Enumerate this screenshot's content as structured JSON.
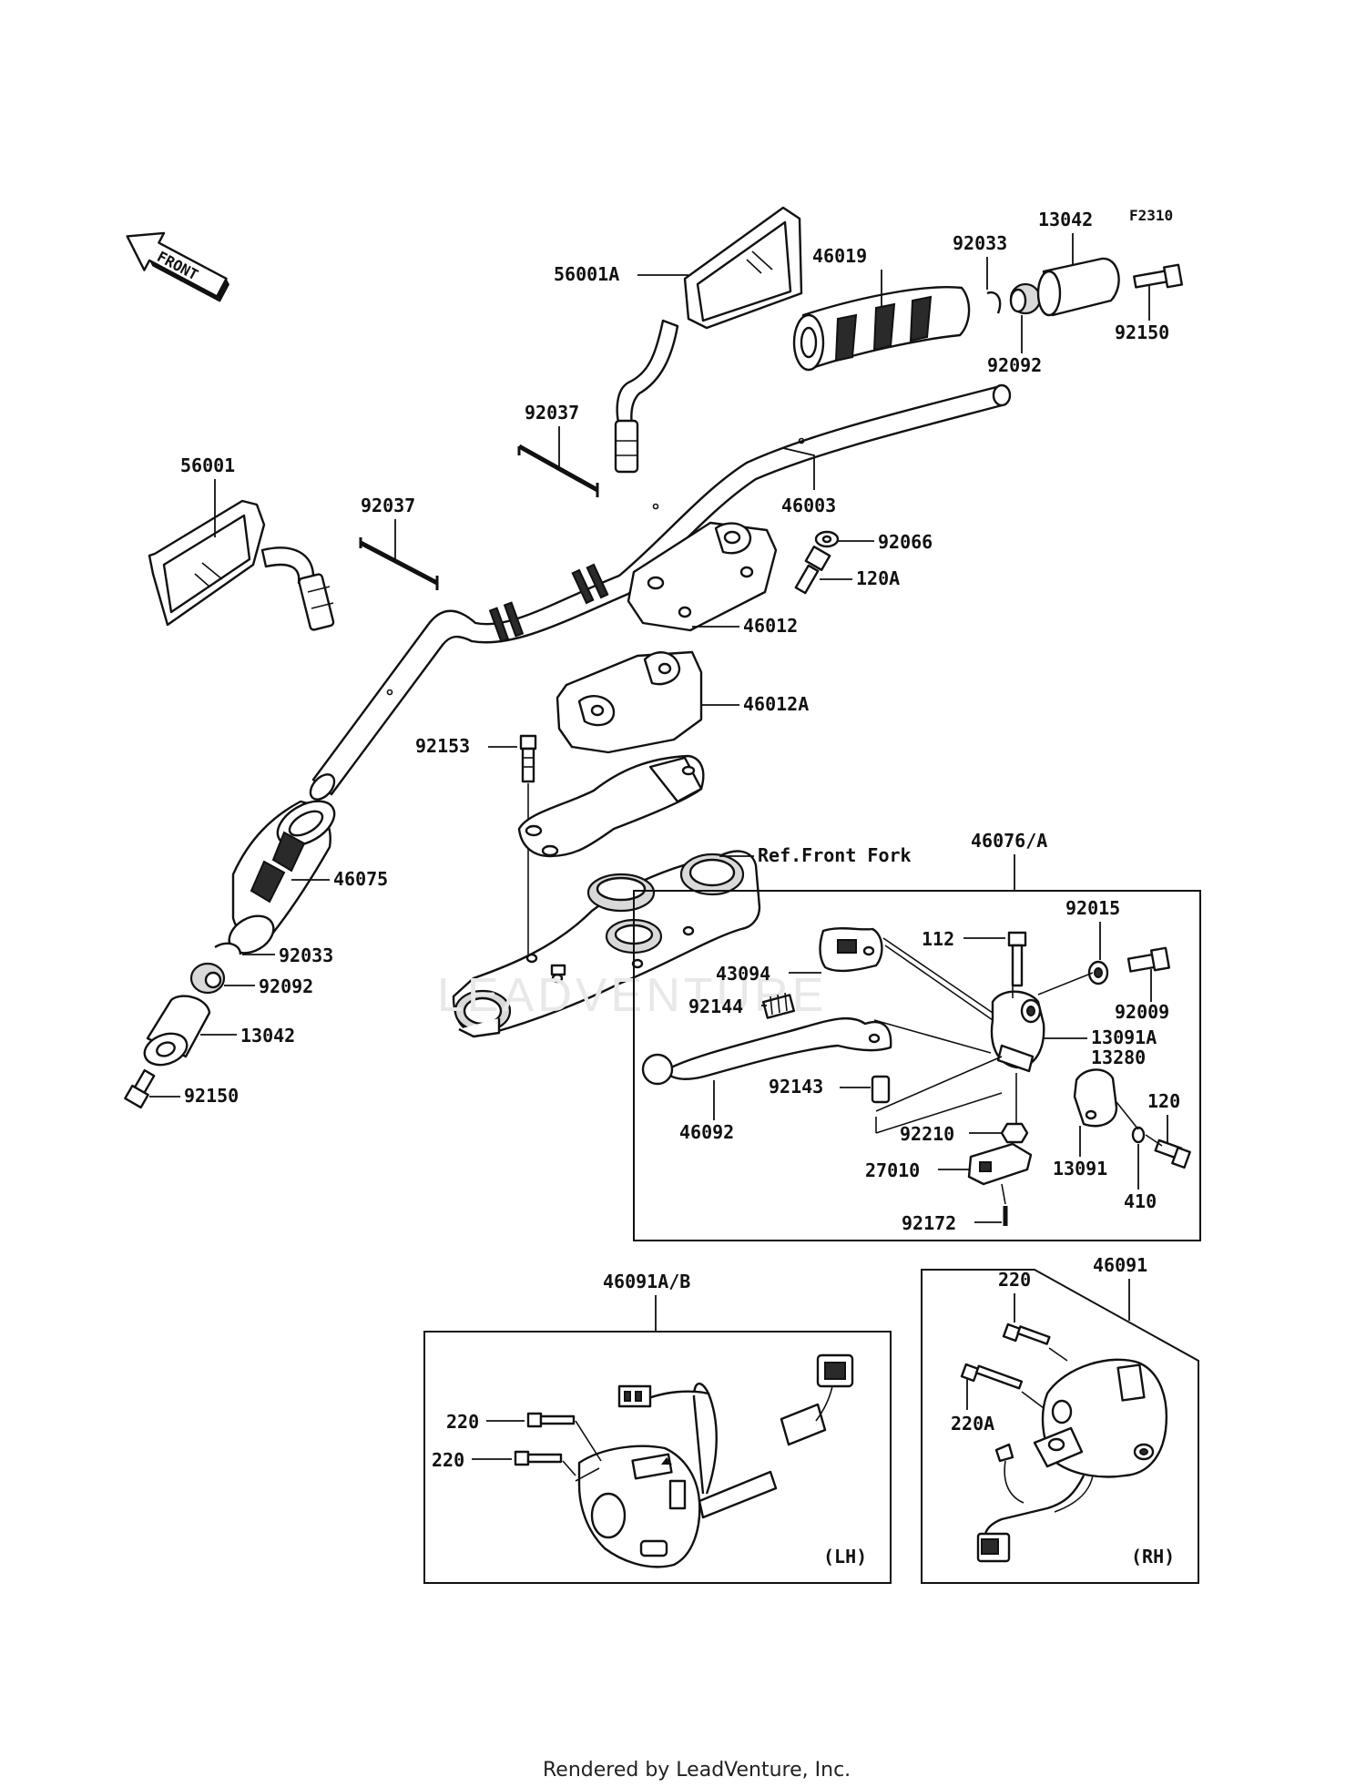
{
  "figure_code": "F2310",
  "front_arrow": "FRONT",
  "labels": {
    "p56001A": "56001A",
    "p46019": "46019",
    "p92033_top": "92033",
    "p13042_top": "13042",
    "p92150_top": "92150",
    "p92092_top": "92092",
    "p92037_a": "92037",
    "p92037_b": "92037",
    "p56001": "56001",
    "p46003": "46003",
    "p92066": "92066",
    "p120A": "120A",
    "p46012": "46012",
    "p46012A": "46012A",
    "p92153": "92153",
    "ref_front_fork": "Ref.Front Fork",
    "p46075": "46075",
    "p92033_bot": "92033",
    "p92092_bot": "92092",
    "p13042_bot": "13042",
    "p92150_bot": "92150",
    "p46076A": "46076/A",
    "p112": "112",
    "p92015": "92015",
    "p43094": "43094",
    "p92009": "92009",
    "p92144": "92144",
    "p13091A": "13091A",
    "p13280": "13280",
    "p92143": "92143",
    "p120": "120",
    "p46092": "46092",
    "p92210": "92210",
    "p13091": "13091",
    "p27010": "27010",
    "p410": "410",
    "p92172": "92172",
    "p46091AB": "46091A/B",
    "p46091": "46091",
    "p220_rh": "220",
    "p220A": "220A",
    "p220_lh1": "220",
    "p220_lh2": "220",
    "lh": "(LH)",
    "rh": "(RH)"
  },
  "watermark": "LEADVENTURE",
  "footer": "Rendered by LeadVenture, Inc."
}
